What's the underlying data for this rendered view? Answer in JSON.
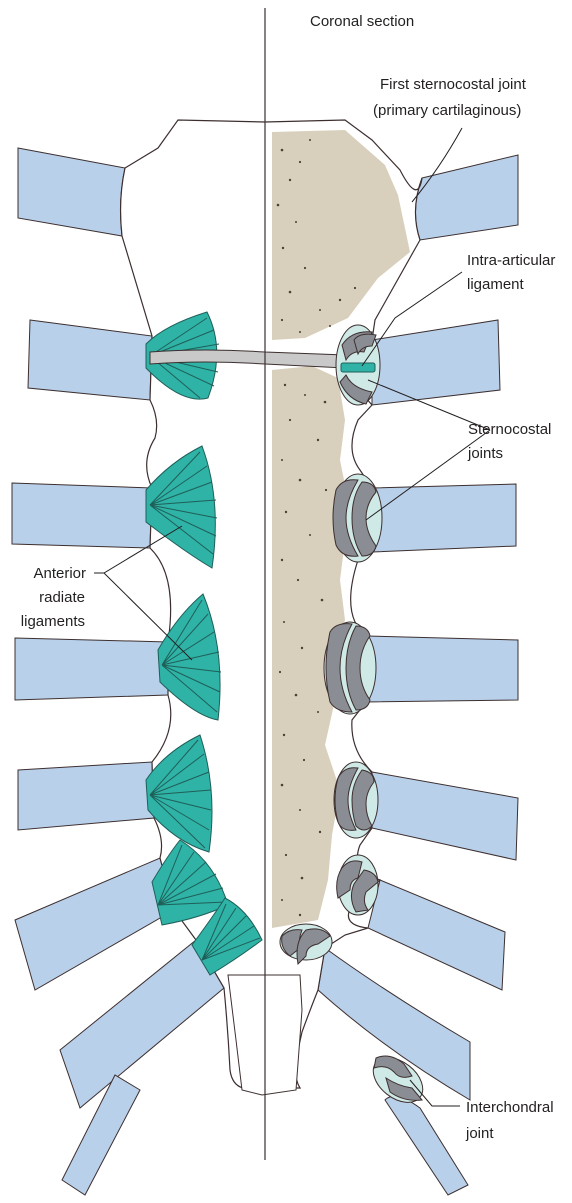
{
  "colors": {
    "cartilage": "#b9d0ea",
    "ligament": "#2fb3a6",
    "bone": "#d8d0bc",
    "joint_cartilage": "#8a8d93",
    "synovial": "#cfe9e6",
    "outline": "#3d2f2f"
  },
  "labels": {
    "section": "Coronal section",
    "first_joint_1": "First sternocostal joint",
    "first_joint_2": "(primary cartilaginous)",
    "intra_1": "Intra-articular",
    "intra_2": "ligament",
    "sterno_1": "Sternocostal",
    "sterno_2": "joints",
    "anterior_1": "Anterior",
    "anterior_2": "radiate",
    "anterior_3": "ligaments",
    "interchondral_1": "Interchondral",
    "interchondral_2": "joint"
  }
}
